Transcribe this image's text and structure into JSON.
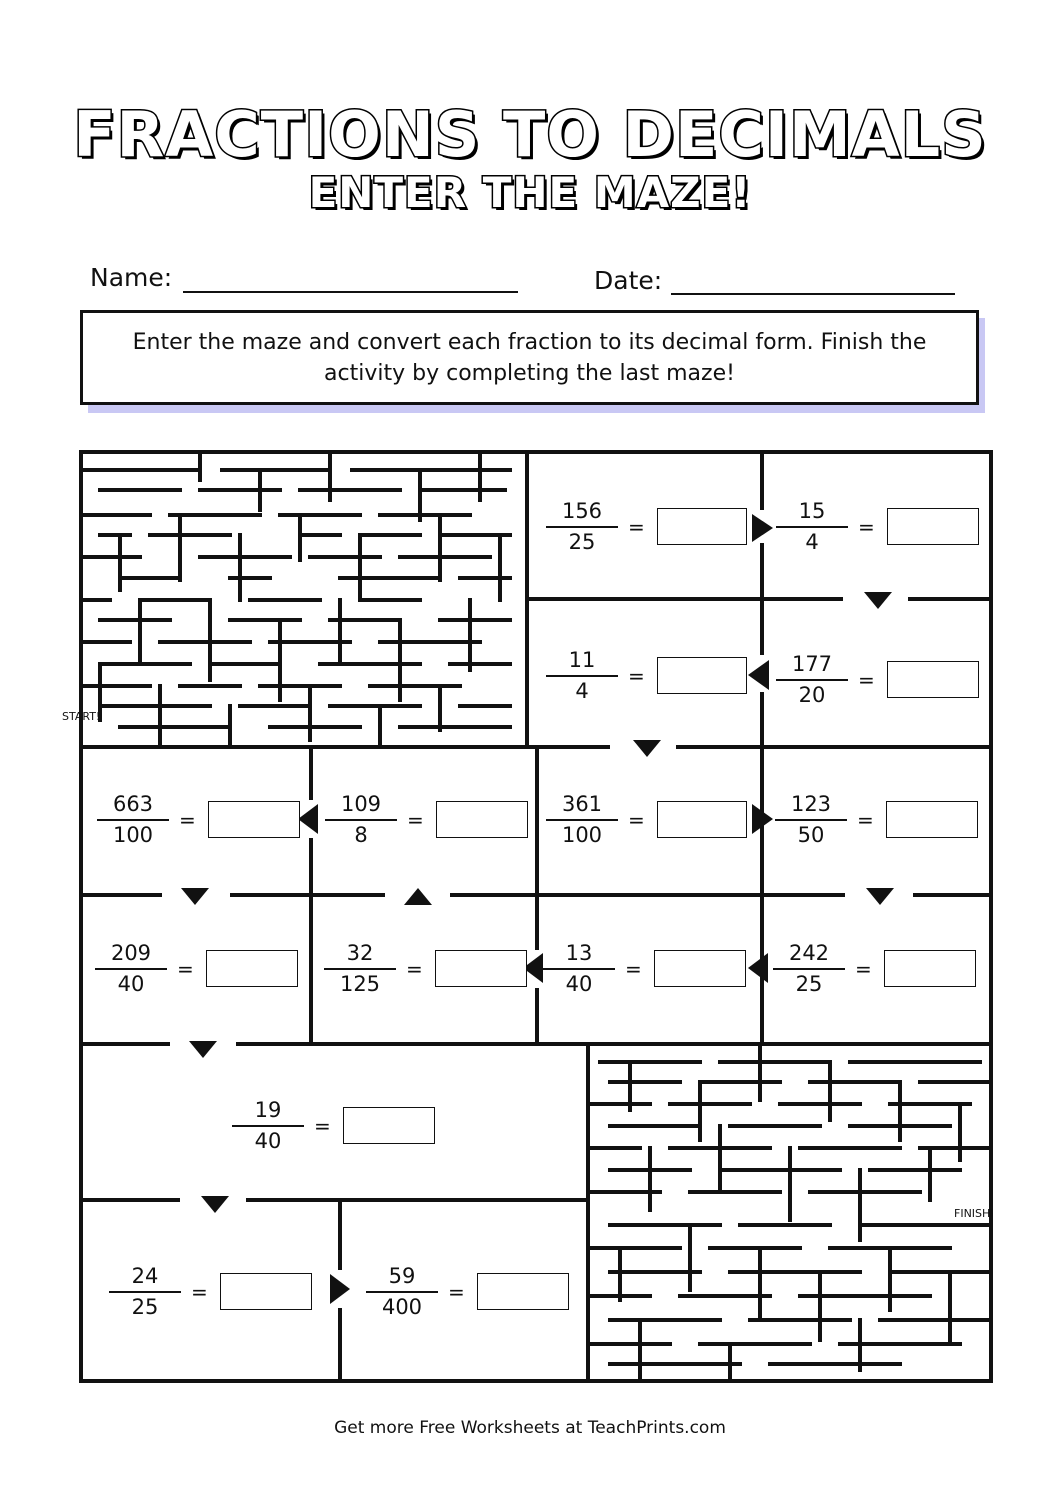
{
  "header": {
    "title": "FRACTIONS TO DECIMALS",
    "subtitle": "ENTER THE MAZE!"
  },
  "form": {
    "name_label": "Name:",
    "date_label": "Date:"
  },
  "instructions": "Enter the maze and convert each fraction to its decimal form. Finish the activity by completing the last maze!",
  "maze": {
    "start_label": "START!",
    "finish_label": "FINISH!"
  },
  "problems": [
    {
      "numerator": "156",
      "denominator": "25",
      "answer": ""
    },
    {
      "numerator": "15",
      "denominator": "4",
      "answer": ""
    },
    {
      "numerator": "11",
      "denominator": "4",
      "answer": ""
    },
    {
      "numerator": "177",
      "denominator": "20",
      "answer": ""
    },
    {
      "numerator": "663",
      "denominator": "100",
      "answer": ""
    },
    {
      "numerator": "109",
      "denominator": "8",
      "answer": ""
    },
    {
      "numerator": "361",
      "denominator": "100",
      "answer": ""
    },
    {
      "numerator": "123",
      "denominator": "50",
      "answer": ""
    },
    {
      "numerator": "209",
      "denominator": "40",
      "answer": ""
    },
    {
      "numerator": "32",
      "denominator": "125",
      "answer": ""
    },
    {
      "numerator": "13",
      "denominator": "40",
      "answer": ""
    },
    {
      "numerator": "242",
      "denominator": "25",
      "answer": ""
    },
    {
      "numerator": "19",
      "denominator": "40",
      "answer": ""
    },
    {
      "numerator": "24",
      "denominator": "25",
      "answer": ""
    },
    {
      "numerator": "59",
      "denominator": "400",
      "answer": ""
    }
  ],
  "equals_sign": "=",
  "footer": "Get more Free Worksheets at TeachPrints.com",
  "colors": {
    "ink": "#111111",
    "instruction_shadow": "#c9c8f4"
  }
}
